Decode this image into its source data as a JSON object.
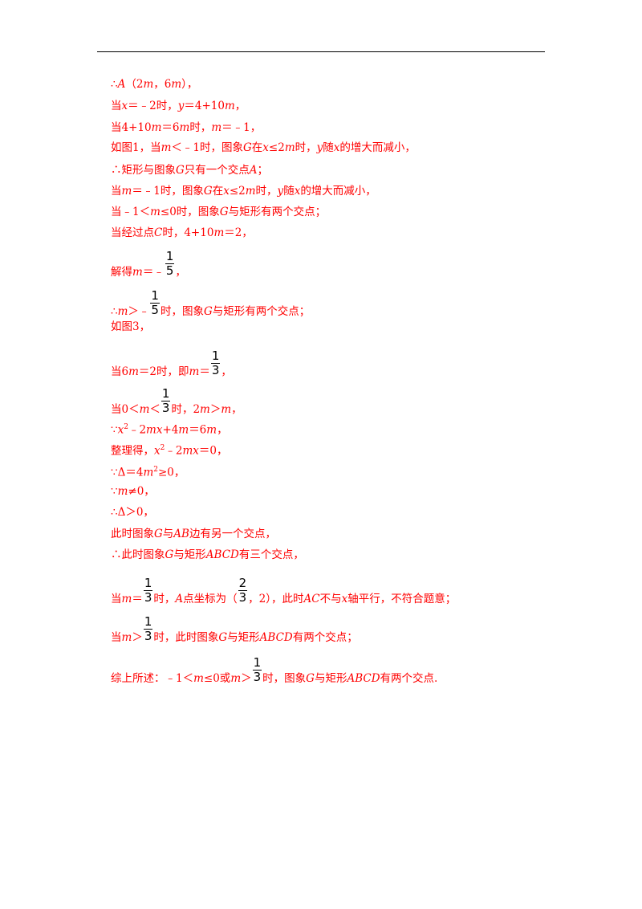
{
  "lines": [
    {
      "parts": [
        {
          "t": "∴"
        },
        {
          "i": "A"
        },
        {
          "t": "（2"
        },
        {
          "i": "m"
        },
        {
          "t": "，6"
        },
        {
          "i": "m"
        },
        {
          "t": "），"
        }
      ]
    },
    {
      "parts": [
        {
          "t": "当"
        },
        {
          "i": "x"
        },
        {
          "t": "＝﹣2时，"
        },
        {
          "i": "y"
        },
        {
          "t": "＝4+10"
        },
        {
          "i": "m"
        },
        {
          "t": "，"
        }
      ]
    },
    {
      "parts": [
        {
          "t": "当4+10"
        },
        {
          "i": "m"
        },
        {
          "t": "＝6"
        },
        {
          "i": "m"
        },
        {
          "t": "时，"
        },
        {
          "i": "m"
        },
        {
          "t": "＝﹣1，"
        }
      ]
    },
    {
      "parts": [
        {
          "t": "如图1，当"
        },
        {
          "i": "m"
        },
        {
          "t": "＜﹣1时，图象"
        },
        {
          "i": "G"
        },
        {
          "t": "在"
        },
        {
          "i": "x"
        },
        {
          "t": "≤2"
        },
        {
          "i": "m"
        },
        {
          "t": "时，"
        },
        {
          "i": "y"
        },
        {
          "t": "随"
        },
        {
          "i": "x"
        },
        {
          "t": "的增大而减小，"
        }
      ]
    },
    {
      "parts": [
        {
          "t": "∴矩形与图象"
        },
        {
          "i": "G"
        },
        {
          "t": "只有一个交点"
        },
        {
          "i": "A"
        },
        {
          "t": "；"
        }
      ]
    },
    {
      "parts": [
        {
          "t": "当"
        },
        {
          "i": "m"
        },
        {
          "t": "＝﹣1时，图象"
        },
        {
          "i": "G"
        },
        {
          "t": "在"
        },
        {
          "i": "x"
        },
        {
          "t": "≤2"
        },
        {
          "i": "m"
        },
        {
          "t": "时，"
        },
        {
          "i": "y"
        },
        {
          "t": "随"
        },
        {
          "i": "x"
        },
        {
          "t": "的增大而减小，"
        }
      ]
    },
    {
      "parts": [
        {
          "t": "当﹣1＜"
        },
        {
          "i": "m"
        },
        {
          "t": "≤0时，图象"
        },
        {
          "i": "G"
        },
        {
          "t": "与矩形有两个交点；"
        }
      ]
    },
    {
      "parts": [
        {
          "t": "当经过点"
        },
        {
          "i": "C"
        },
        {
          "t": "时，4+10"
        },
        {
          "i": "m"
        },
        {
          "t": "＝2，"
        }
      ]
    },
    {
      "parts": [
        {
          "t": "解得"
        },
        {
          "i": "m"
        },
        {
          "t": "＝﹣"
        },
        {
          "f": [
            "1",
            "5"
          ]
        },
        {
          "t": "，"
        }
      ]
    },
    {
      "parts": [
        {
          "t": "∴"
        },
        {
          "i": "m"
        },
        {
          "t": "＞﹣"
        },
        {
          "f": [
            "1",
            "5"
          ]
        },
        {
          "t": "时，图象"
        },
        {
          "i": "G"
        },
        {
          "t": "与矩形有两个交点；"
        }
      ]
    },
    {
      "parts": [
        {
          "t": "如图3，"
        }
      ]
    },
    {
      "parts": [
        {
          "t": "当6"
        },
        {
          "i": "m"
        },
        {
          "t": "＝2时，即"
        },
        {
          "i": "m"
        },
        {
          "t": "＝"
        },
        {
          "f": [
            "1",
            "3"
          ]
        },
        {
          "t": "，"
        }
      ]
    },
    {
      "parts": [
        {
          "t": "当0＜"
        },
        {
          "i": "m"
        },
        {
          "t": "＜"
        },
        {
          "f": [
            "1",
            "3"
          ]
        },
        {
          "t": "时，2"
        },
        {
          "i": "m"
        },
        {
          "t": "＞"
        },
        {
          "i": "m"
        },
        {
          "t": "，"
        }
      ]
    },
    {
      "parts": [
        {
          "t": "∵"
        },
        {
          "i": "x"
        },
        {
          "sup": "2"
        },
        {
          "t": "﹣2"
        },
        {
          "i": "mx"
        },
        {
          "t": "+4"
        },
        {
          "i": "m"
        },
        {
          "t": "＝6"
        },
        {
          "i": "m"
        },
        {
          "t": "，"
        }
      ]
    },
    {
      "parts": [
        {
          "t": "整理得，"
        },
        {
          "i": "x"
        },
        {
          "sup": "2"
        },
        {
          "t": "﹣2"
        },
        {
          "i": "mx"
        },
        {
          "t": "＝0，"
        }
      ]
    },
    {
      "parts": [
        {
          "t": "∵Δ＝4"
        },
        {
          "i": "m"
        },
        {
          "sup": "2"
        },
        {
          "t": "≥0，"
        }
      ]
    },
    {
      "parts": [
        {
          "t": "∵"
        },
        {
          "i": "m"
        },
        {
          "t": "≠0，"
        }
      ]
    },
    {
      "parts": [
        {
          "t": "∴Δ＞0，"
        }
      ]
    },
    {
      "parts": [
        {
          "t": "此时图象"
        },
        {
          "i": "G"
        },
        {
          "t": "与"
        },
        {
          "i": "AB"
        },
        {
          "t": "边有另一个交点，"
        }
      ]
    },
    {
      "parts": [
        {
          "t": "∴此时图象"
        },
        {
          "i": "G"
        },
        {
          "t": "与矩形"
        },
        {
          "i": "ABCD"
        },
        {
          "t": "有三个交点，"
        }
      ]
    },
    {
      "parts": [
        {
          "t": "当"
        },
        {
          "i": "m"
        },
        {
          "t": "＝"
        },
        {
          "f": [
            "1",
            "3"
          ]
        },
        {
          "t": "时，"
        },
        {
          "i": "A"
        },
        {
          "t": "点坐标为（"
        },
        {
          "f": [
            "2",
            "3"
          ]
        },
        {
          "t": "，2），此时"
        },
        {
          "i": "AC"
        },
        {
          "t": "不与"
        },
        {
          "i": "x"
        },
        {
          "t": "轴平行，不符合题意；"
        }
      ]
    },
    {
      "parts": [
        {
          "t": "当"
        },
        {
          "i": "m"
        },
        {
          "t": "＞"
        },
        {
          "f": [
            "1",
            "3"
          ]
        },
        {
          "t": "时，此时图象"
        },
        {
          "i": "G"
        },
        {
          "t": "与矩形"
        },
        {
          "i": "ABCD"
        },
        {
          "t": "有两个交点；"
        }
      ]
    },
    {
      "parts": [
        {
          "t": "综上所述：﹣1＜"
        },
        {
          "i": "m"
        },
        {
          "t": "≤0或"
        },
        {
          "i": "m"
        },
        {
          "t": "＞"
        },
        {
          "f": [
            "1",
            "3"
          ]
        },
        {
          "t": "时，图象"
        },
        {
          "i": "G"
        },
        {
          "t": "与矩形"
        },
        {
          "i": "ABCD"
        },
        {
          "t": "有两个交点."
        }
      ]
    }
  ]
}
